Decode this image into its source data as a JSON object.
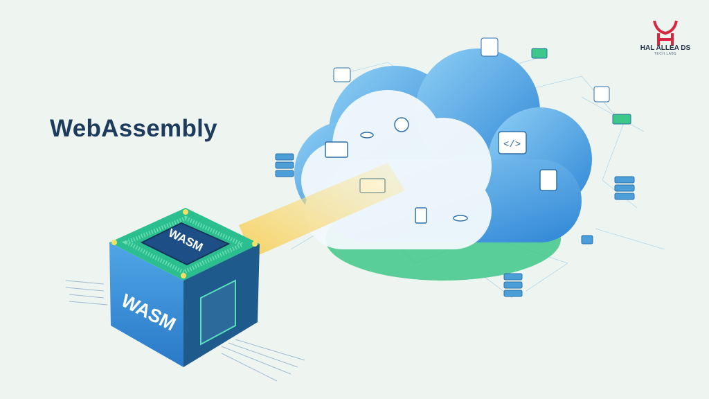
{
  "title": "WebAssembly",
  "cube": {
    "top_label": "WASM",
    "front_label": "WASM"
  },
  "logo": {
    "name": "HAL ALLEA DS",
    "subtitle": "TECH LABS"
  },
  "colors": {
    "background": "#eef5f0",
    "title": "#1d3b5c",
    "cloud_blue": "#4aa3e0",
    "cloud_green": "#3ec78a",
    "beam": "#f7cf5a",
    "logo_red": "#d8263f"
  }
}
